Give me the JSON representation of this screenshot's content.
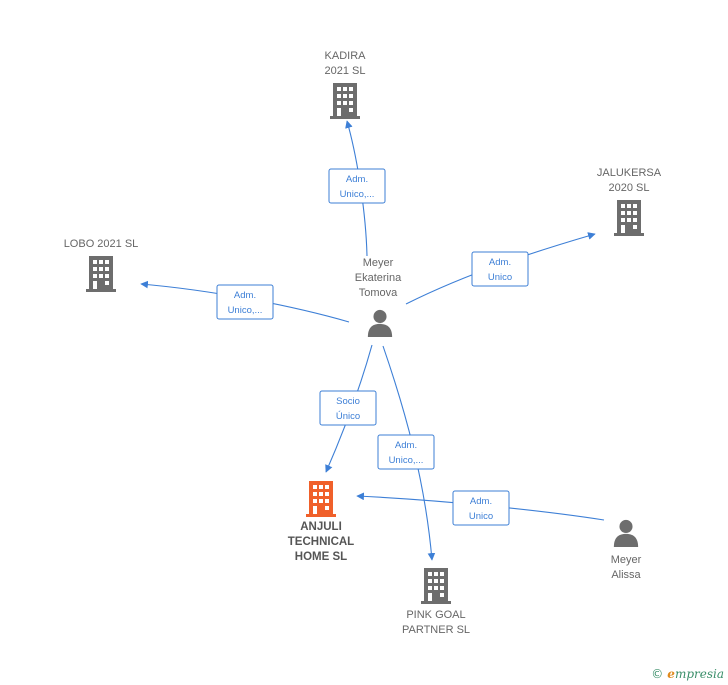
{
  "nodes": [
    {
      "id": "kadira",
      "kind": "company",
      "lines": [
        "KADIRA",
        "2021  SL"
      ]
    },
    {
      "id": "jalukersa",
      "kind": "company",
      "lines": [
        "JALUKERSA",
        "2020  SL"
      ]
    },
    {
      "id": "lobo",
      "kind": "company",
      "lines": [
        "LOBO 2021  SL"
      ]
    },
    {
      "id": "meyer-ekaterina",
      "kind": "person",
      "lines": [
        "Meyer",
        "Ekaterina",
        "Tomova"
      ]
    },
    {
      "id": "anjuli",
      "kind": "company-main",
      "lines": [
        "ANJULI",
        "TECHNICAL",
        "HOME  SL"
      ]
    },
    {
      "id": "pink-goal",
      "kind": "company",
      "lines": [
        "PINK GOAL",
        "PARTNER  SL"
      ]
    },
    {
      "id": "meyer-alissa",
      "kind": "person",
      "lines": [
        "Meyer",
        "Alissa"
      ]
    }
  ],
  "edges": [
    {
      "from": "meyer-ekaterina",
      "to": "kadira",
      "label": [
        "Adm.",
        "Unico,..."
      ]
    },
    {
      "from": "meyer-ekaterina",
      "to": "jalukersa",
      "label": [
        "Adm.",
        "Unico"
      ]
    },
    {
      "from": "meyer-ekaterina",
      "to": "lobo",
      "label": [
        "Adm.",
        "Unico,..."
      ]
    },
    {
      "from": "meyer-ekaterina",
      "to": "anjuli",
      "label": [
        "Socio",
        "Único"
      ]
    },
    {
      "from": "meyer-ekaterina",
      "to": "pink-goal",
      "label": [
        "Adm.",
        "Unico,..."
      ]
    },
    {
      "from": "meyer-alissa",
      "to": "anjuli",
      "label": [
        "Adm.",
        "Unico"
      ]
    }
  ],
  "colors": {
    "edge": "#3d7fd6",
    "company": "#6d6d6d",
    "company_main": "#f0602a",
    "person": "#6d6d6d"
  },
  "brand": {
    "copyright": "©",
    "initial": "e",
    "rest": "mpresia"
  }
}
